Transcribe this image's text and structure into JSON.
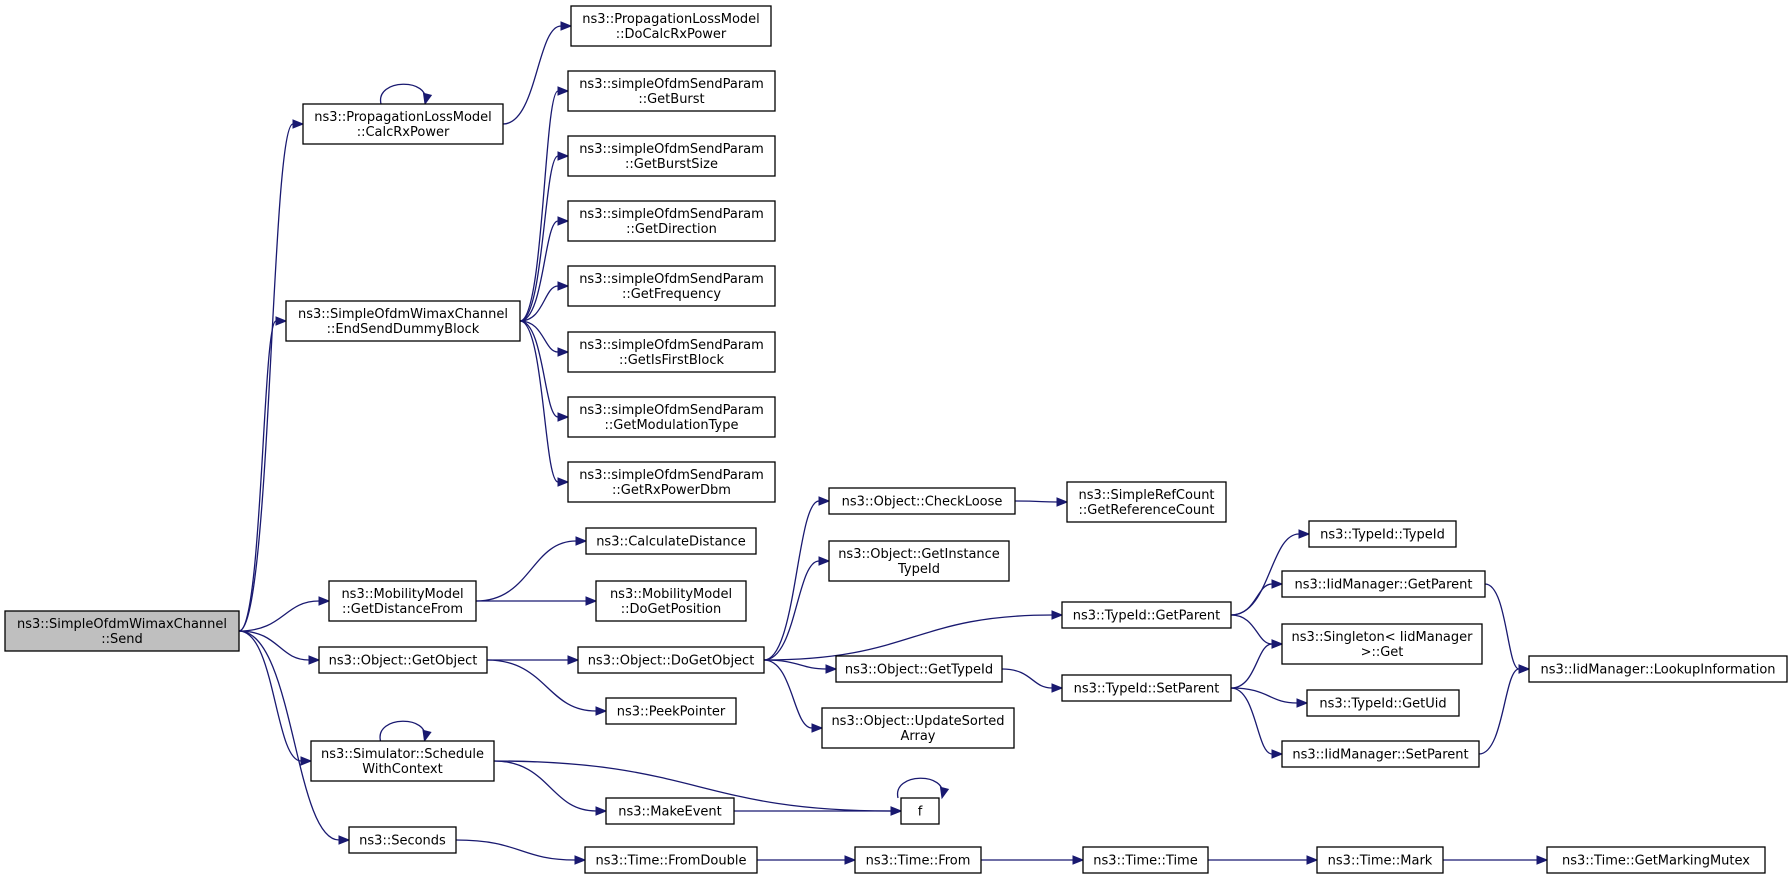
{
  "graph": {
    "root": "send",
    "colors": {
      "edge": "#191970",
      "root_fill": "#bfbfbf",
      "node_fill": "#ffffff",
      "border": "#000000"
    },
    "nodes": [
      {
        "id": "send",
        "lines": [
          "ns3::SimpleOfdmWimaxChannel",
          "::Send"
        ]
      },
      {
        "id": "calcrx",
        "lines": [
          "ns3::PropagationLossModel",
          "::CalcRxPower"
        ]
      },
      {
        "id": "docalcrx",
        "lines": [
          "ns3::PropagationLossModel",
          "::DoCalcRxPower"
        ]
      },
      {
        "id": "endsend",
        "lines": [
          "ns3::SimpleOfdmWimaxChannel",
          "::EndSendDummyBlock"
        ]
      },
      {
        "id": "getburst",
        "lines": [
          "ns3::simpleOfdmSendParam",
          "::GetBurst"
        ]
      },
      {
        "id": "getburstsize",
        "lines": [
          "ns3::simpleOfdmSendParam",
          "::GetBurstSize"
        ]
      },
      {
        "id": "getdirection",
        "lines": [
          "ns3::simpleOfdmSendParam",
          "::GetDirection"
        ]
      },
      {
        "id": "getfrequency",
        "lines": [
          "ns3::simpleOfdmSendParam",
          "::GetFrequency"
        ]
      },
      {
        "id": "getisfirst",
        "lines": [
          "ns3::simpleOfdmSendParam",
          "::GetIsFirstBlock"
        ]
      },
      {
        "id": "getmodulation",
        "lines": [
          "ns3::simpleOfdmSendParam",
          "::GetModulationType"
        ]
      },
      {
        "id": "getrxpower",
        "lines": [
          "ns3::simpleOfdmSendParam",
          "::GetRxPowerDbm"
        ]
      },
      {
        "id": "getdistance",
        "lines": [
          "ns3::MobilityModel",
          "::GetDistanceFrom"
        ]
      },
      {
        "id": "calcdistance",
        "lines": [
          "ns3::CalculateDistance"
        ]
      },
      {
        "id": "dogetposition",
        "lines": [
          "ns3::MobilityModel",
          "::DoGetPosition"
        ]
      },
      {
        "id": "getobject",
        "lines": [
          "ns3::Object::GetObject"
        ]
      },
      {
        "id": "dogetobject",
        "lines": [
          "ns3::Object::DoGetObject"
        ]
      },
      {
        "id": "peekpointer",
        "lines": [
          "ns3::PeekPointer"
        ]
      },
      {
        "id": "checkloose",
        "lines": [
          "ns3::Object::CheckLoose"
        ]
      },
      {
        "id": "getrefcount",
        "lines": [
          "ns3::SimpleRefCount",
          "::GetReferenceCount"
        ]
      },
      {
        "id": "getinstance",
        "lines": [
          "ns3::Object::GetInstance",
          "TypeId"
        ]
      },
      {
        "id": "typeidgetparent",
        "lines": [
          "ns3::TypeId::GetParent"
        ]
      },
      {
        "id": "typeidtypeid",
        "lines": [
          "ns3::TypeId::TypeId"
        ]
      },
      {
        "id": "iidgetparent",
        "lines": [
          "ns3::IidManager::GetParent"
        ]
      },
      {
        "id": "singleton",
        "lines": [
          "ns3::Singleton< IidManager",
          ">::Get"
        ]
      },
      {
        "id": "lookup",
        "lines": [
          "ns3::IidManager::LookupInformation"
        ]
      },
      {
        "id": "objgettypeid",
        "lines": [
          "ns3::Object::GetTypeId"
        ]
      },
      {
        "id": "typeidsetparent",
        "lines": [
          "ns3::TypeId::SetParent"
        ]
      },
      {
        "id": "getuid",
        "lines": [
          "ns3::TypeId::GetUid"
        ]
      },
      {
        "id": "iidsetparent",
        "lines": [
          "ns3::IidManager::SetParent"
        ]
      },
      {
        "id": "updatesorted",
        "lines": [
          "ns3::Object::UpdateSorted",
          "Array"
        ]
      },
      {
        "id": "schedule",
        "lines": [
          "ns3::Simulator::Schedule",
          "WithContext"
        ]
      },
      {
        "id": "makeevent",
        "lines": [
          "ns3::MakeEvent"
        ]
      },
      {
        "id": "f",
        "lines": [
          "f"
        ]
      },
      {
        "id": "seconds",
        "lines": [
          "ns3::Seconds"
        ]
      },
      {
        "id": "fromdouble",
        "lines": [
          "ns3::Time::FromDouble"
        ]
      },
      {
        "id": "timefrom",
        "lines": [
          "ns3::Time::From"
        ]
      },
      {
        "id": "timetime",
        "lines": [
          "ns3::Time::Time"
        ]
      },
      {
        "id": "timemark",
        "lines": [
          "ns3::Time::Mark"
        ]
      },
      {
        "id": "getmarkingmutex",
        "lines": [
          "ns3::Time::GetMarkingMutex"
        ]
      }
    ],
    "edges": [
      {
        "from": "send",
        "to": "calcrx"
      },
      {
        "from": "send",
        "to": "endsend"
      },
      {
        "from": "send",
        "to": "getdistance"
      },
      {
        "from": "send",
        "to": "getobject"
      },
      {
        "from": "send",
        "to": "schedule"
      },
      {
        "from": "send",
        "to": "seconds"
      },
      {
        "from": "calcrx",
        "to": "calcrx"
      },
      {
        "from": "calcrx",
        "to": "docalcrx"
      },
      {
        "from": "endsend",
        "to": "getburst"
      },
      {
        "from": "endsend",
        "to": "getburstsize"
      },
      {
        "from": "endsend",
        "to": "getdirection"
      },
      {
        "from": "endsend",
        "to": "getfrequency"
      },
      {
        "from": "endsend",
        "to": "getisfirst"
      },
      {
        "from": "endsend",
        "to": "getmodulation"
      },
      {
        "from": "endsend",
        "to": "getrxpower"
      },
      {
        "from": "getdistance",
        "to": "calcdistance"
      },
      {
        "from": "getdistance",
        "to": "dogetposition"
      },
      {
        "from": "getobject",
        "to": "dogetobject"
      },
      {
        "from": "getobject",
        "to": "peekpointer"
      },
      {
        "from": "dogetobject",
        "to": "checkloose"
      },
      {
        "from": "dogetobject",
        "to": "getinstance"
      },
      {
        "from": "dogetobject",
        "to": "typeidgetparent"
      },
      {
        "from": "dogetobject",
        "to": "objgettypeid"
      },
      {
        "from": "dogetobject",
        "to": "updatesorted"
      },
      {
        "from": "checkloose",
        "to": "getrefcount"
      },
      {
        "from": "typeidgetparent",
        "to": "typeidtypeid"
      },
      {
        "from": "typeidgetparent",
        "to": "iidgetparent"
      },
      {
        "from": "typeidgetparent",
        "to": "singleton"
      },
      {
        "from": "iidgetparent",
        "to": "lookup"
      },
      {
        "from": "objgettypeid",
        "to": "typeidsetparent"
      },
      {
        "from": "typeidsetparent",
        "to": "singleton"
      },
      {
        "from": "typeidsetparent",
        "to": "getuid"
      },
      {
        "from": "typeidsetparent",
        "to": "iidsetparent"
      },
      {
        "from": "iidsetparent",
        "to": "lookup"
      },
      {
        "from": "schedule",
        "to": "schedule"
      },
      {
        "from": "schedule",
        "to": "f"
      },
      {
        "from": "schedule",
        "to": "makeevent"
      },
      {
        "from": "makeevent",
        "to": "f"
      },
      {
        "from": "f",
        "to": "f"
      },
      {
        "from": "seconds",
        "to": "fromdouble"
      },
      {
        "from": "fromdouble",
        "to": "timefrom"
      },
      {
        "from": "timefrom",
        "to": "timetime"
      },
      {
        "from": "timetime",
        "to": "timemark"
      },
      {
        "from": "timemark",
        "to": "getmarkingmutex"
      }
    ]
  }
}
